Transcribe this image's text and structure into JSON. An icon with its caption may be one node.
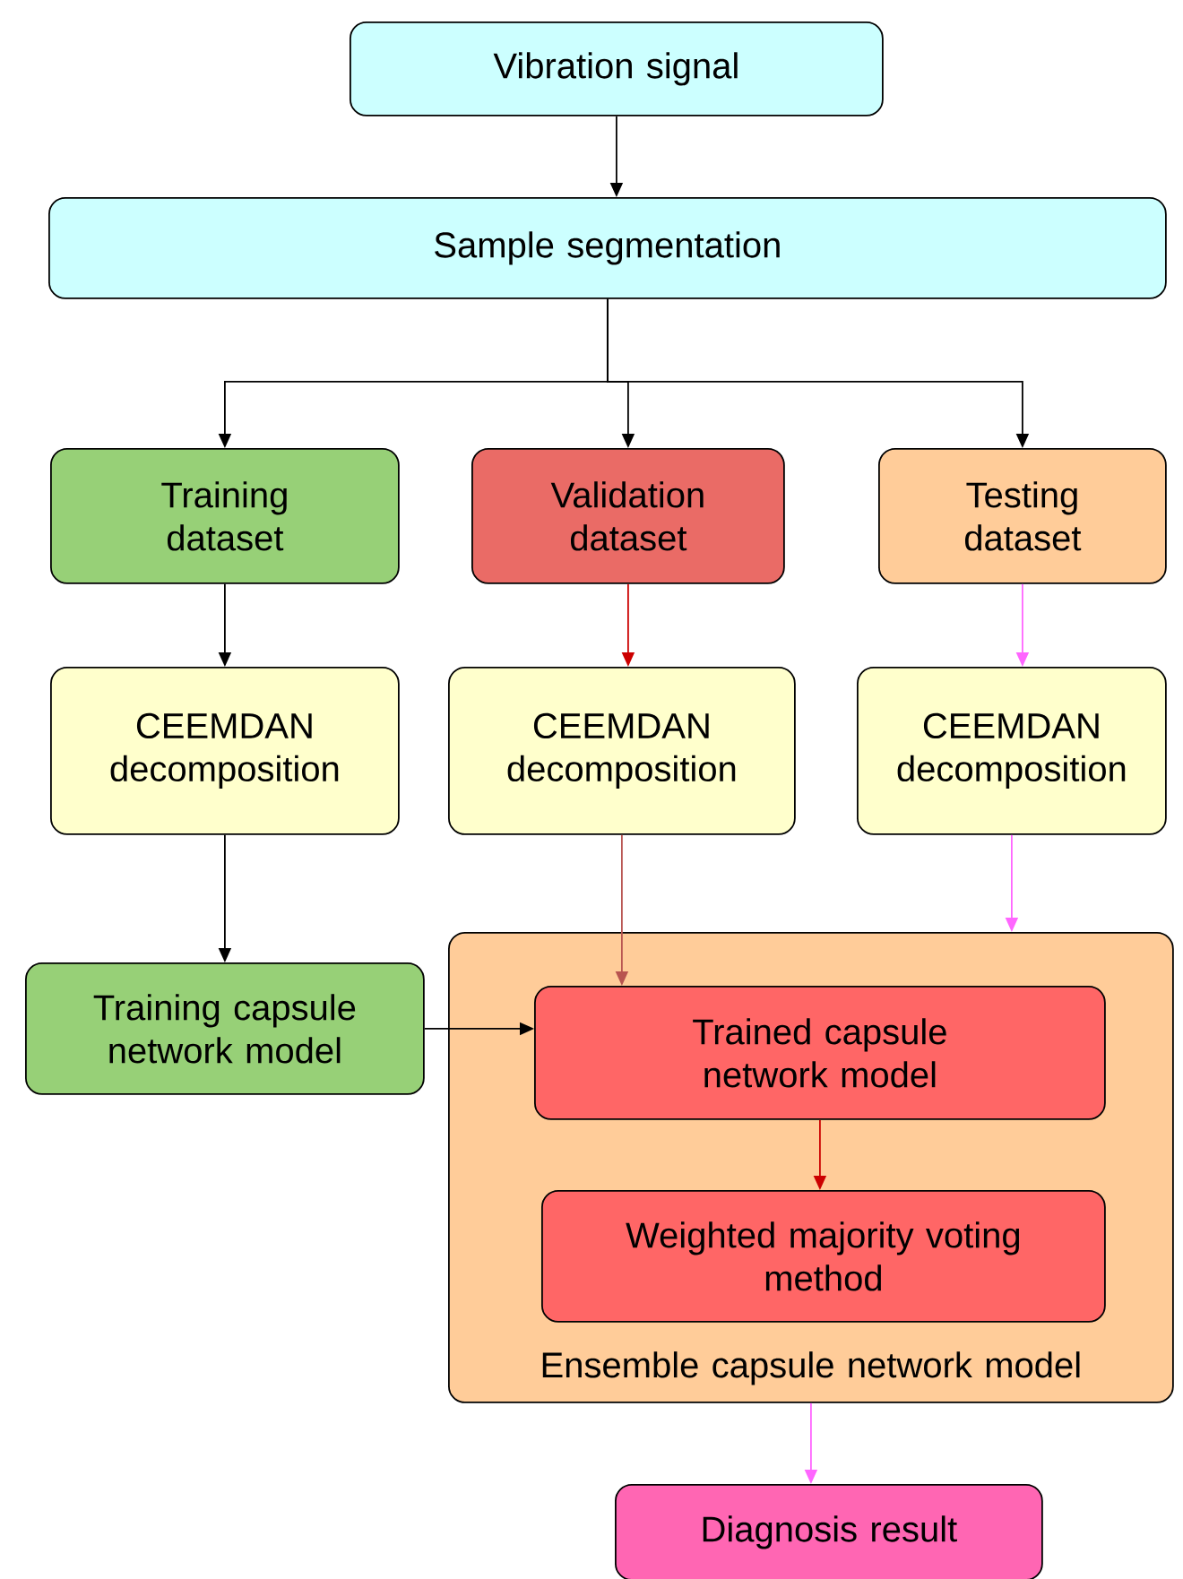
{
  "diagram": {
    "nodes": [
      {
        "text": [
          "Vibration signal"
        ]
      },
      {
        "text": [
          "Sample segmentation"
        ]
      },
      {
        "text": [
          "Training dataset"
        ]
      },
      {
        "text": [
          "Validation dataset"
        ]
      },
      {
        "text": [
          "Testing dataset"
        ]
      },
      {
        "text": [
          "CEEMDAN decomposition"
        ]
      },
      {
        "text": [
          "CEEMDAN decomposition"
        ]
      },
      {
        "text": [
          "CEEMDAN decomposition"
        ]
      },
      {
        "text": [
          "Training capsule network model"
        ]
      },
      {
        "text": [
          "Ensemble capsule network model"
        ]
      },
      {
        "text": [
          "Trained capsule network model"
        ],
        "in": 9
      },
      {
        "text": [
          "Weighted majority voting method"
        ],
        "in": 9
      },
      {
        "text": [
          "Diagnosis result"
        ]
      }
    ],
    "edges": [
      {
        "from": 0,
        "to": 1,
        "arrow": "to"
      },
      {
        "from": 1,
        "to": 2,
        "arrow": "to"
      },
      {
        "from": 1,
        "to": 3,
        "arrow": "to"
      },
      {
        "from": 1,
        "to": 4,
        "arrow": "to"
      },
      {
        "from": 2,
        "to": 5,
        "arrow": "to"
      },
      {
        "from": 3,
        "to": 6,
        "arrow": "to",
        "color": "#cc0000"
      },
      {
        "from": 4,
        "to": 7,
        "arrow": "to",
        "color": "#ff66ff"
      },
      {
        "from": 5,
        "to": 8,
        "arrow": "to"
      },
      {
        "from": 6,
        "to": 10,
        "arrow": "to",
        "color": "#b85450"
      },
      {
        "from": 7,
        "to": 9,
        "arrow": "to",
        "color": "#ff66ff"
      },
      {
        "from": 8,
        "to": 10,
        "arrow": "to"
      },
      {
        "from": 10,
        "to": 11,
        "arrow": "to",
        "color": "#cc0000"
      },
      {
        "from": 9,
        "to": 12,
        "arrow": "to",
        "color": "#ff66ff"
      }
    ]
  }
}
